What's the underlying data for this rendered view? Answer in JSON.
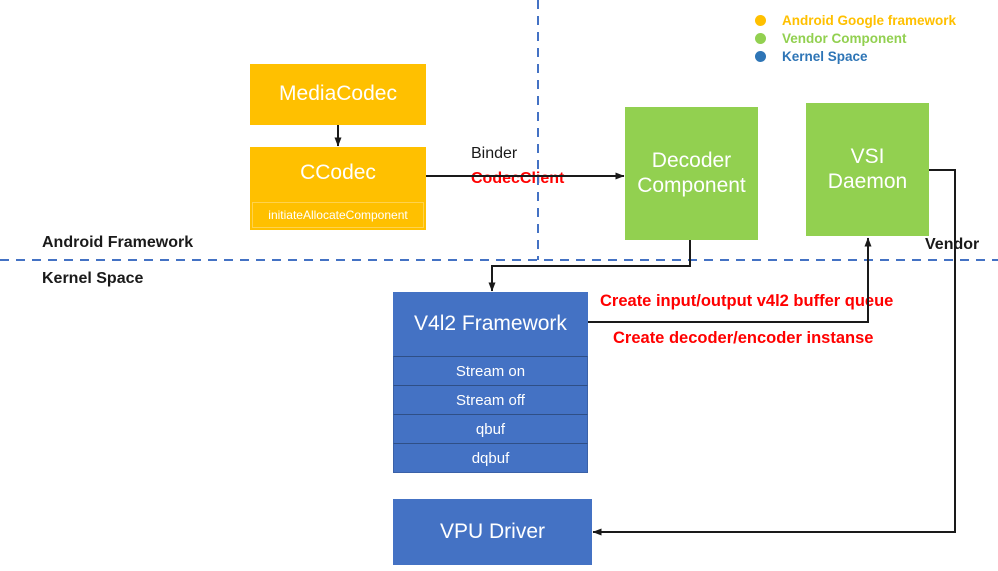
{
  "legend": {
    "items": [
      {
        "label": "Android Google framework",
        "color": "#FFC000",
        "icon": "legend-dot-icon"
      },
      {
        "label": "Vendor Component",
        "color": "#92D050",
        "icon": "legend-dot-icon"
      },
      {
        "label": "Kernel Space",
        "color": "#2E75B6",
        "icon": "legend-dot-icon"
      }
    ]
  },
  "zones": {
    "android_framework": "Android Framework",
    "kernel_space": "Kernel Space",
    "vendor": "Vendor"
  },
  "nodes": {
    "mediacodec": {
      "title": "MediaCodec",
      "color": "#FFC000"
    },
    "ccodec": {
      "title": "CCodec",
      "color": "#FFC000",
      "sub_rows": [
        "initiateAllocateComponent"
      ]
    },
    "decoder_component": {
      "title": "Decoder\nComponent",
      "color": "#92D050"
    },
    "vsi_daemon": {
      "title": "VSI\nDaemon",
      "color": "#92D050"
    },
    "v4l2_framework": {
      "title": "V4l2 Framework",
      "color": "#4472C4",
      "sub_rows": [
        "Stream on",
        "Stream off",
        "qbuf",
        "dqbuf"
      ]
    },
    "vpu_driver": {
      "title": "VPU Driver",
      "color": "#4472C4"
    }
  },
  "edges": {
    "binder": "Binder",
    "codec_client": "CodecClient",
    "create_buffer_queue": "Create input/output v4l2 buffer queue",
    "create_instance": "Create decoder/encoder instanse"
  },
  "colors": {
    "android_orange": "#FFC000",
    "vendor_green": "#92D050",
    "kernel_blue": "#4472C4",
    "divider_blue": "#4472C4",
    "annotation_red": "#FF0000",
    "arrow_black": "#1a1a1a"
  }
}
